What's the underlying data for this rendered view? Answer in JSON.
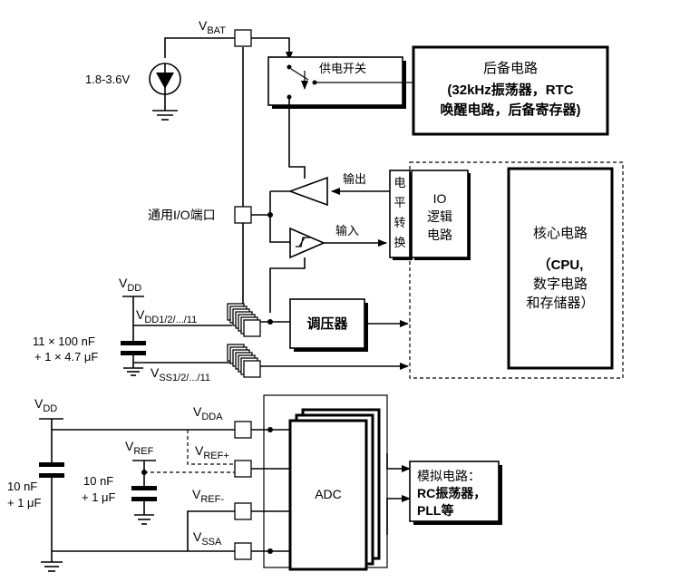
{
  "labels": {
    "vbat": "V",
    "vbat_sub": "BAT",
    "vbat_range": "1.8-3.6V",
    "power_switch": "供电开关",
    "backup_title": "后备电路",
    "backup_line2": "(32kHz振荡器，RTC",
    "backup_line3": "唤醒电路，后备寄存器)",
    "output": "输出",
    "input": "输入",
    "level_c1": "电",
    "level_c2": "平",
    "level_c3": "转",
    "level_c4": "换",
    "io_l1": "IO",
    "io_l2": "逻辑",
    "io_l3": "电路",
    "gpio": "通用I/O端口",
    "core_l1": "核心电路",
    "core_l2": "（CPU,",
    "core_l3": "数字电路",
    "core_l4": "和存储器）",
    "vdd": "V",
    "vdd_sub": "DD",
    "vdd_pins": "V",
    "vdd_pins_sub": "DD1/2/.../11",
    "cap1_l1": "11 × 100 nF",
    "cap1_l2": "+ 1 × 4.7 μF",
    "vss_pins": "V",
    "vss_pins_sub": "SS1/2/.../11",
    "regulator": "调压器",
    "vdd2": "V",
    "vdd2_sub": "DD",
    "vdda": "V",
    "vdda_sub": "DDA",
    "vref": "V",
    "vref_sub": "REF",
    "vrefp": "V",
    "vrefp_sub": "REF+",
    "vrefm": "V",
    "vrefm_sub": "REF-",
    "vssa": "V",
    "vssa_sub": "SSA",
    "cap2_l1": "10 nF",
    "cap2_l2": "+ 1 μF",
    "cap3_l1": "10 nF",
    "cap3_l2": "+ 1 μF",
    "adc": "ADC",
    "analog_l1": "模拟电路：",
    "analog_l2": "RC振荡器，",
    "analog_l3": "PLL等"
  }
}
